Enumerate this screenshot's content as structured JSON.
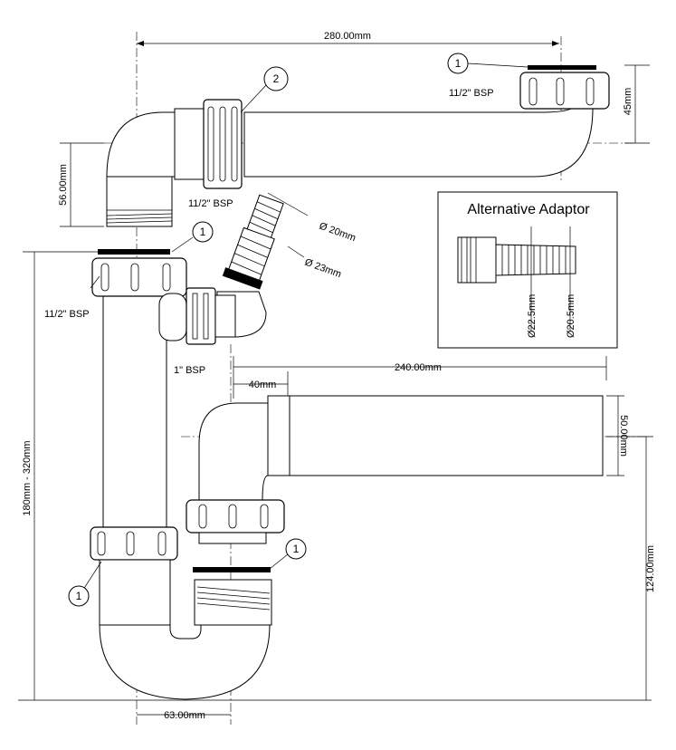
{
  "dimensions": {
    "top_width": "280.00mm",
    "top_right_height": "45mm",
    "top_left_height": "56.00mm",
    "hose_large": "Ø 20mm",
    "hose_small": "Ø 23mm",
    "overflow_width": "240.00mm",
    "overflow_offset": "40mm",
    "overflow_diameter": "50.00mm",
    "outlet_height": "124.00mm",
    "total_height": "180mm - 320mm",
    "bottom_width": "63.00mm"
  },
  "labels": {
    "bsp_top_right": "11/2\" BSP",
    "bsp_top_left": "11/2\" BSP",
    "bsp_mid_left": "11/2\" BSP",
    "bsp_one_inch": "1\" BSP"
  },
  "callouts": [
    "1",
    "2",
    "1",
    "1",
    "1"
  ],
  "adaptor": {
    "title": "Alternative Adaptor",
    "dim_a": "Ø22.5mm",
    "dim_b": "Ø20.5mm"
  }
}
